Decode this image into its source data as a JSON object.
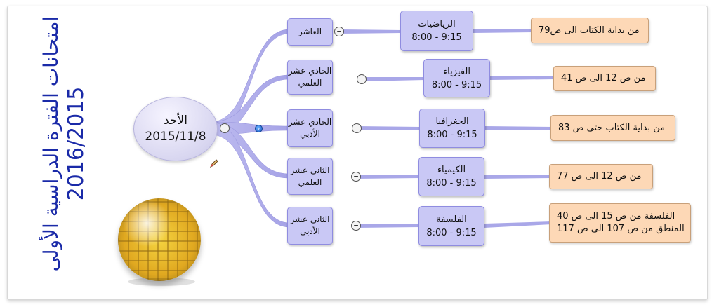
{
  "title": {
    "line1": "امتحانات الفترة الدراسية الأولى",
    "line2": "2016/2015"
  },
  "day": {
    "name": "الأحد",
    "date": "2015/11/8"
  },
  "branches": [
    {
      "grade": "العاشر",
      "subject": "الرياضيات",
      "time": "8:00 - 9:15",
      "note_lines": [
        "من بداية الكتاب الى ص79"
      ]
    },
    {
      "grade": "الحادي عشر العلمي",
      "subject": "الفيزياء",
      "time": "8:00 - 9:15",
      "note_lines": [
        "من ص 12 الى ص 41"
      ]
    },
    {
      "grade": "الحادي عشر الأدبي",
      "subject": "الجغرافيا",
      "time": "8:00 - 9:15",
      "note_lines": [
        "من بداية الكتاب حتى ص 83"
      ]
    },
    {
      "grade": "الثاني عشر العلمي",
      "subject": "الكيمياء",
      "time": "8:00 - 9:15",
      "note_lines": [
        "من ص 12 الى ص 77"
      ]
    },
    {
      "grade": "الثاني عشر الأدبي",
      "subject": "الفلسفة",
      "time": "8:00 - 9:15",
      "note_lines": [
        "الفلسفة من ص 15 الى ص 40",
        "المنطق من ص 107 الى ص 117"
      ]
    }
  ],
  "icons": {
    "collapse_symbol": "−",
    "connector_color": "#a9a7e8",
    "node_fill": "#c9c8f5",
    "callout_fill": "#fdd8b6",
    "title_color": "#1a2aa8"
  }
}
